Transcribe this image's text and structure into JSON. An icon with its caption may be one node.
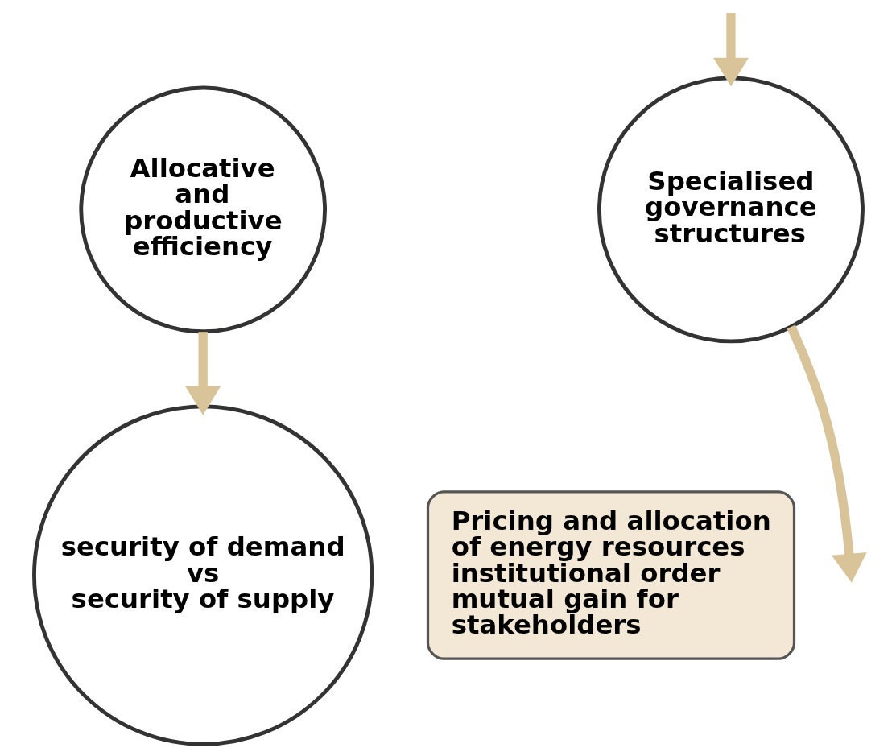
{
  "diagram": {
    "nodes": [
      {
        "text": [
          "Allocative and productive efficiency"
        ]
      },
      {
        "text": [
          "Specialised governance structures"
        ]
      },
      {
        "text": [
          "security of demand",
          "vs",
          "security of supply"
        ]
      },
      {
        "text": [
          "Pricing and allocation of energy resources",
          "institutional order",
          "mutual gain for stakeholders"
        ]
      }
    ],
    "edges": [
      {
        "from": 1,
        "to": null,
        "arrow": "to"
      },
      {
        "from": null,
        "to": 1,
        "arrow": "to"
      },
      {
        "from": 0,
        "to": 2,
        "arrow": "to"
      }
    ]
  }
}
